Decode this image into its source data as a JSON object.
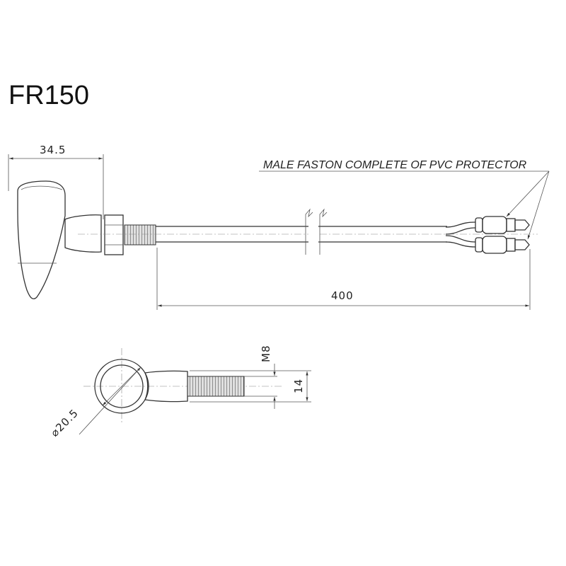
{
  "title": "FR150",
  "dimensions": {
    "width_top": "34.5",
    "cable_length": "400",
    "thread": "M8",
    "height_side": "14",
    "diameter": "⌀20.5"
  },
  "note": "MALE FASTON COMPLETE OF PVC PROTECTOR",
  "colors": {
    "line": "#333333",
    "fill_gray": "#e8e8e8",
    "text": "#111111"
  }
}
